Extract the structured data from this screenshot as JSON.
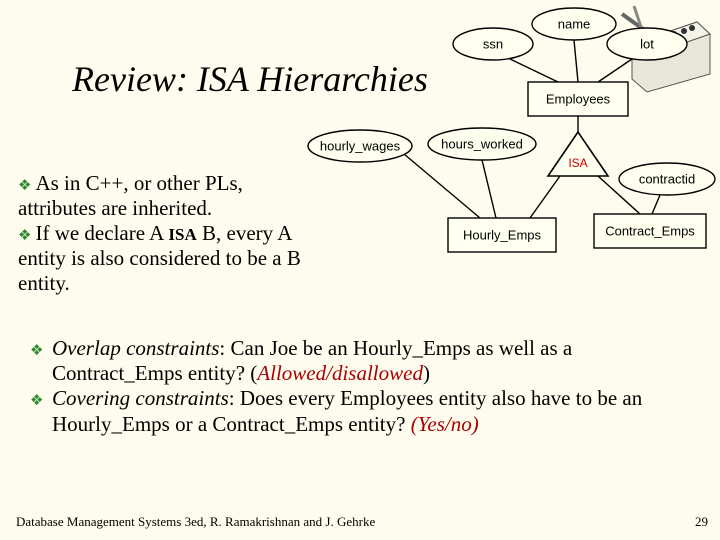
{
  "title": "Review: ISA Hierarchies",
  "diagram": {
    "attributes": {
      "name": "name",
      "ssn": "ssn",
      "lot": "lot",
      "hourly_wages": "hourly_wages",
      "hours_worked": "hours_worked",
      "contractid": "contractid"
    },
    "entities": {
      "employees": "Employees",
      "hourly_emps": "Hourly_Emps",
      "contract_emps": "Contract_Emps"
    },
    "isa": "ISA"
  },
  "left_text": {
    "line1": "As in C++, or other PLs,",
    "line2": "attributes are inherited.",
    "line3_a": "If we declare A ",
    "line3_kw": "ISA",
    "line3_b": " B, every A",
    "line4": "entity is also considered to be a B",
    "line5": "entity."
  },
  "bullets": [
    {
      "term": "Overlap constraints",
      "text": ":  Can Joe be an Hourly_Emps as well as a Contract_Emps entity?  (",
      "answer": "Allowed/disallowed",
      "close": ")"
    },
    {
      "term": "Covering constraints",
      "text": ":  Does every Employees entity also have to be an Hourly_Emps or a Contract_Emps entity? ",
      "answer": "(Yes/no)",
      "close": ""
    }
  ],
  "footer": "Database Management Systems 3ed,  R. Ramakrishnan and J. Gehrke",
  "page_number": "29",
  "colors": {
    "background": "#fdfcee",
    "bullet": "#2a8a2a",
    "isa": "#cc0000",
    "answer": "#aa0000"
  }
}
